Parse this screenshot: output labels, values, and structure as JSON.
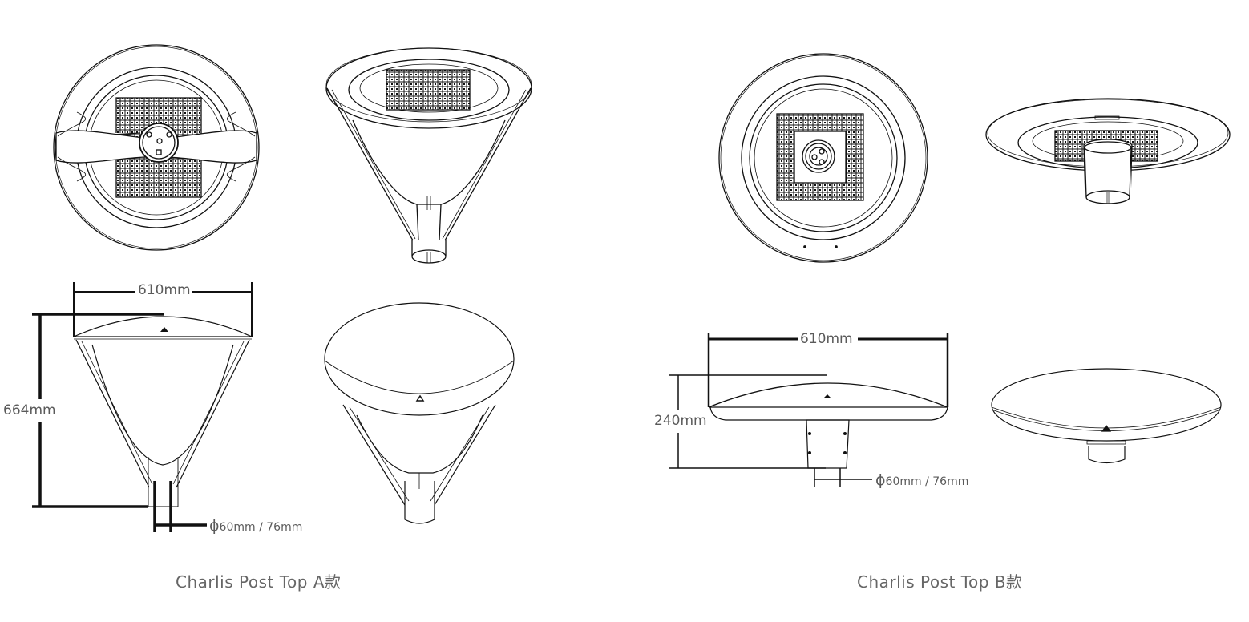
{
  "panels": [
    {
      "id": "A",
      "caption": "Charlis Post Top A款",
      "views": [
        "bottom-view",
        "perspective-below",
        "side-elevation",
        "perspective-above"
      ],
      "dimensions": {
        "width": "610mm",
        "height": "664mm",
        "pole_diameter_symbol": "ϕ",
        "pole_diameter": "60mm / 76mm"
      }
    },
    {
      "id": "B",
      "caption": "Charlis Post Top B款",
      "views": [
        "bottom-view",
        "perspective-below",
        "side-elevation",
        "perspective-above"
      ],
      "dimensions": {
        "width": "610mm",
        "height": "240mm",
        "pole_diameter_symbol": "ϕ",
        "pole_diameter": "60mm / 76mm"
      }
    }
  ],
  "colors": {
    "line": "#111111",
    "label_text": "#5a5a5a",
    "caption_text": "#666666",
    "background": "#ffffff"
  }
}
